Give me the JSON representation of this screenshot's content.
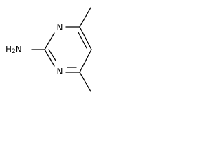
{
  "molecule": {
    "atoms": {
      "n1": "N",
      "n3": "N",
      "amine": "H2N"
    },
    "bond_color": "#000000",
    "label_color": "#000000"
  }
}
